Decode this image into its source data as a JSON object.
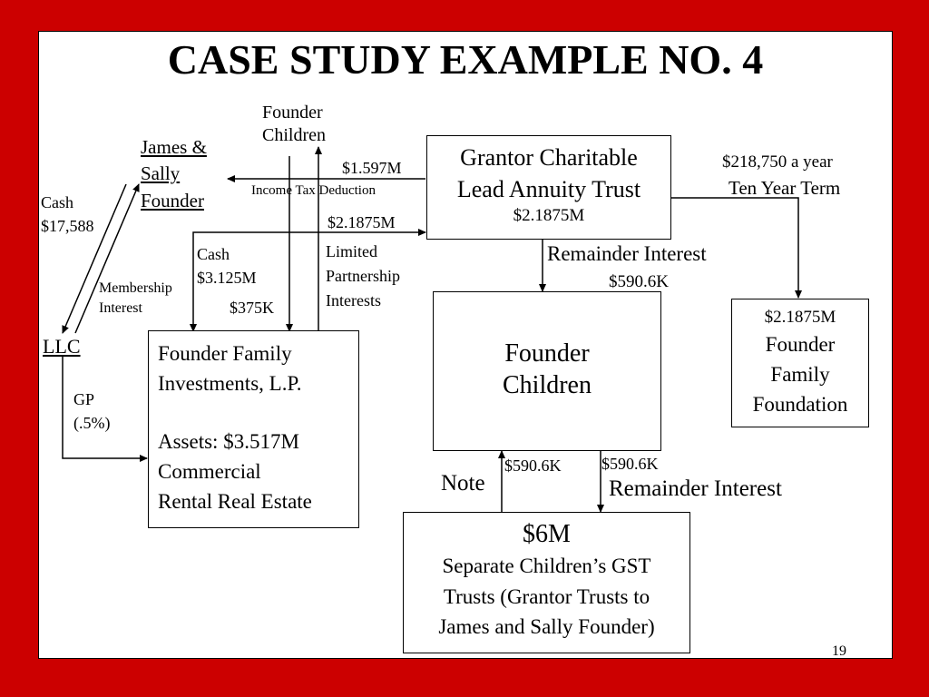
{
  "slide": {
    "title": "CASE STUDY EXAMPLE NO. 4",
    "page_number": "19",
    "background_color": "#cc0000"
  },
  "nodes": {
    "founder_children_top": [
      "Founder",
      "Children"
    ],
    "james_sally": [
      "James &",
      "Sally",
      "Founder"
    ],
    "llc": "LLC",
    "clat": {
      "line1": "Grantor Charitable",
      "line2": "Lead Annuity Trust",
      "value": "$2.1875M"
    },
    "founder_children_box": [
      "Founder",
      "Children"
    ],
    "foundation": {
      "value": "$2.1875M",
      "lines": [
        "Founder",
        "Family",
        "Foundation"
      ]
    },
    "flp": {
      "line1": "Founder Family",
      "line2": "Investments, L.P.",
      "line3": "Assets:  $3.517M",
      "line4": "Commercial",
      "line5": "Rental Real Estate"
    },
    "gst": {
      "value": "$6M",
      "line1": "Separate Children’s GST",
      "line2": "Trusts (Grantor Trusts to",
      "line3": "James and Sally Founder)"
    }
  },
  "labels": {
    "cash_17588": [
      "Cash",
      "$17,588"
    ],
    "membership_interest": [
      "Membership",
      "Interest"
    ],
    "gp": [
      "GP",
      "(.5%)"
    ],
    "amt_1597m": "$1.597M",
    "income_tax_deduction": "Income Tax Deduction",
    "amt_21875m": "$2.1875M",
    "cash_3125m": [
      "Cash",
      "$3.125M"
    ],
    "amt_375k": "$375K",
    "lp_interests": [
      "Limited",
      "Partnership",
      "Interests"
    ],
    "annuity_year": "$218,750 a year",
    "ten_year_term": "Ten Year Term",
    "remainder_interest_1": "Remainder Interest",
    "amt_5906k_1": "$590.6K",
    "amt_5906k_note": "$590.6K",
    "amt_5906k_rem": "$590.6K",
    "note": "Note",
    "remainder_interest_2": "Remainder Interest"
  }
}
